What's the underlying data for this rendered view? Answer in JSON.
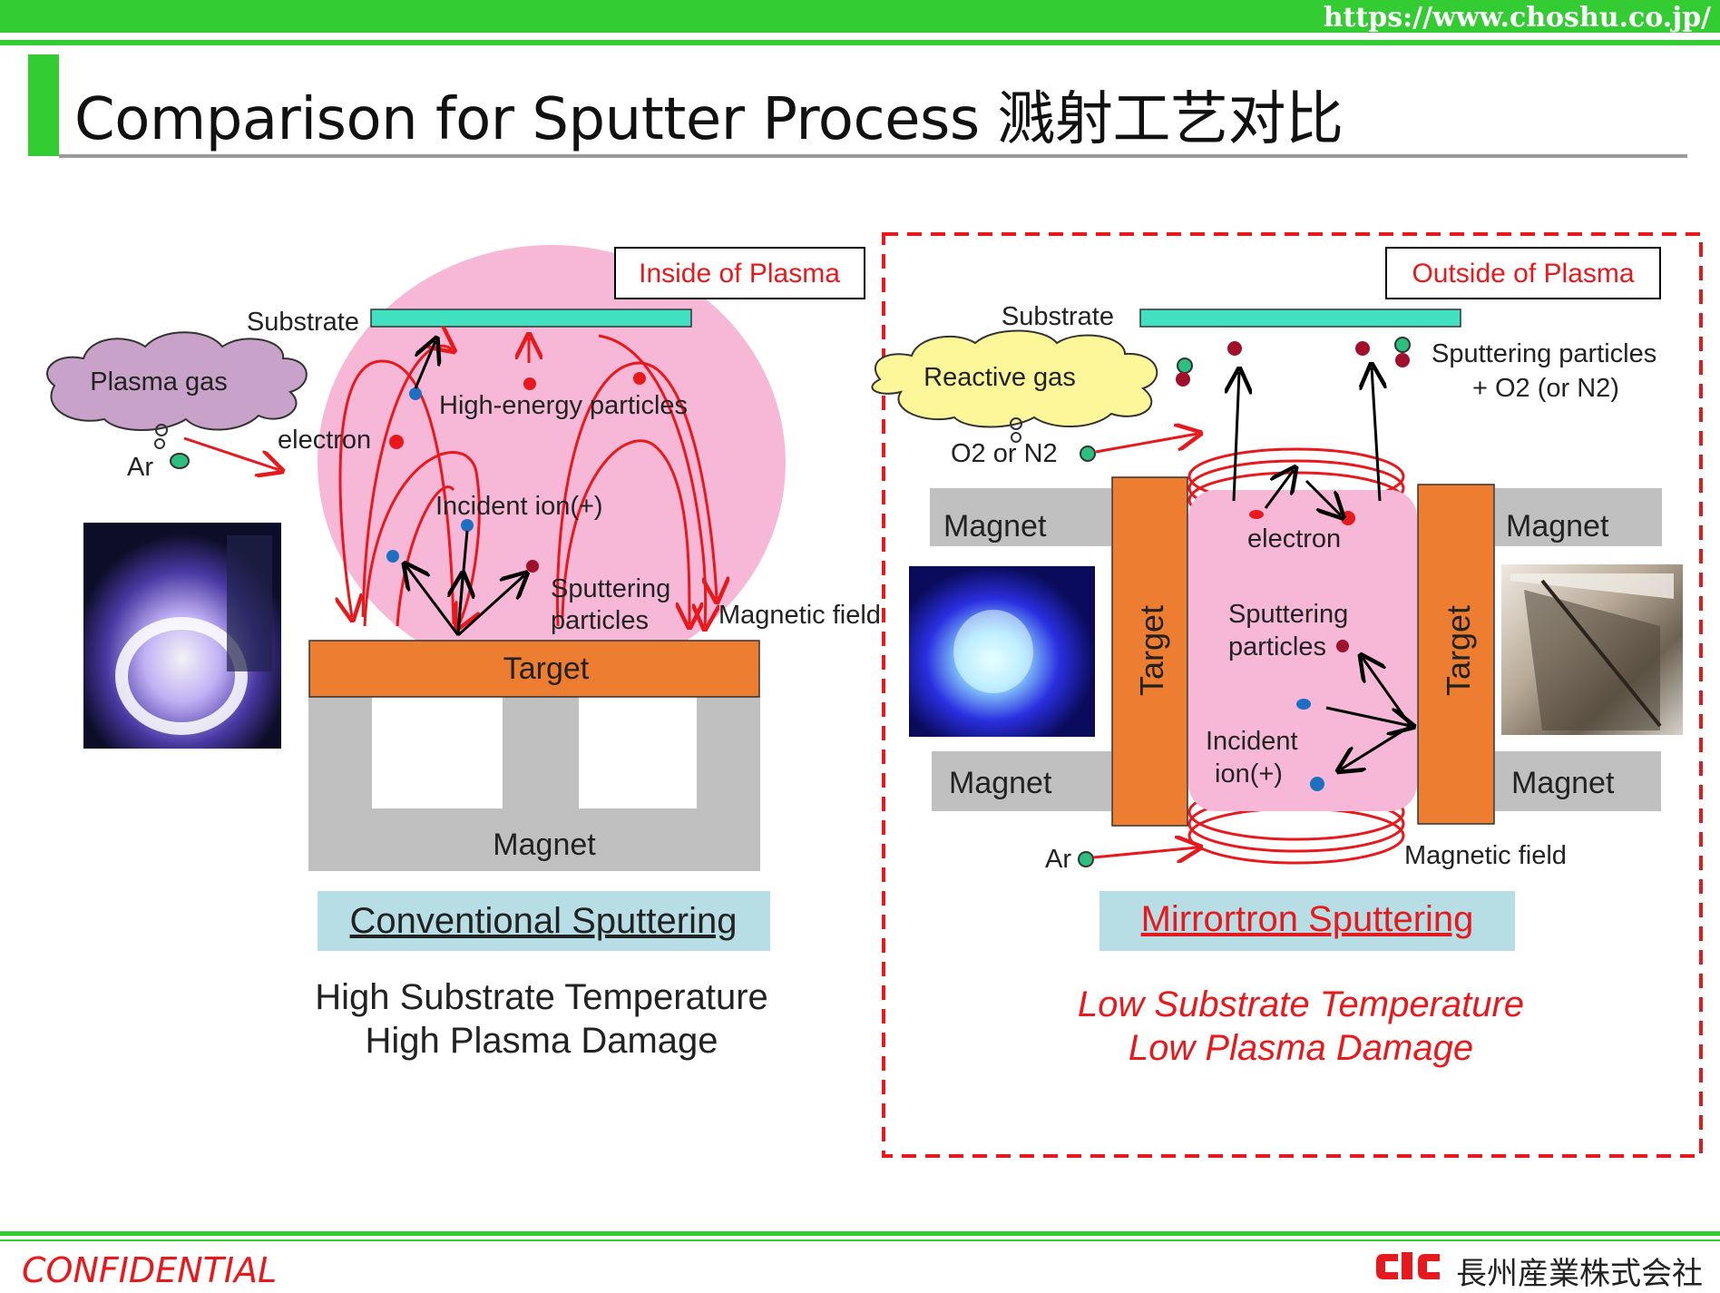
{
  "header": {
    "url": "https://www.choshu.co.jp/"
  },
  "title": "Comparison for Sputter Process 溅射工艺对比",
  "left_panel": {
    "region_label": "Inside of Plasma",
    "substrate": "Substrate",
    "gas_cloud": "Plasma gas",
    "gas_species": "Ar",
    "electron": "electron",
    "high_energy": "High-energy  particles",
    "incident_ion": "Incident  ion(+)",
    "sputtering_line1": "Sputtering",
    "sputtering_line2": "particles",
    "magnetic_field": "Magnetic field",
    "target": "Target",
    "magnet": "Magnet",
    "caption": "Conventional  Sputtering",
    "note_line1": "High Substrate Temperature",
    "note_line2": "High Plasma Damage"
  },
  "right_panel": {
    "region_label": "Outside of Plasma",
    "substrate": "Substrate",
    "gas_cloud": "Reactive gas",
    "reactive_species": "O2  or  N2",
    "sputter_line1": "Sputtering particles",
    "sputter_line2": "+ O2  (or N2)",
    "magnet": "Magnet",
    "target": "Target",
    "electron": "electron",
    "sputtering_line1": "Sputtering",
    "sputtering_line2": "particles",
    "incident_line1": "Incident",
    "incident_line2": "ion(+)",
    "gas_species": "Ar",
    "magnetic_field": "Magnetic field",
    "caption": "Mirrortron  Sputtering",
    "note_line1": "Low Substrate  Temperature",
    "note_line2": "Low Plasma  Damage"
  },
  "footer": {
    "confidential": "CONFIDENTIAL",
    "company": "長州産業株式会社"
  },
  "colors": {
    "brand_green": "#33cc33",
    "accent_red": "#e8191c",
    "target_orange": "#ed7d31",
    "substrate_cyan": "#40e0c0",
    "plasma_pink": "#f7b8d8",
    "magnet_gray": "#c0c0c0",
    "caption_blue": "#b7dde5"
  }
}
